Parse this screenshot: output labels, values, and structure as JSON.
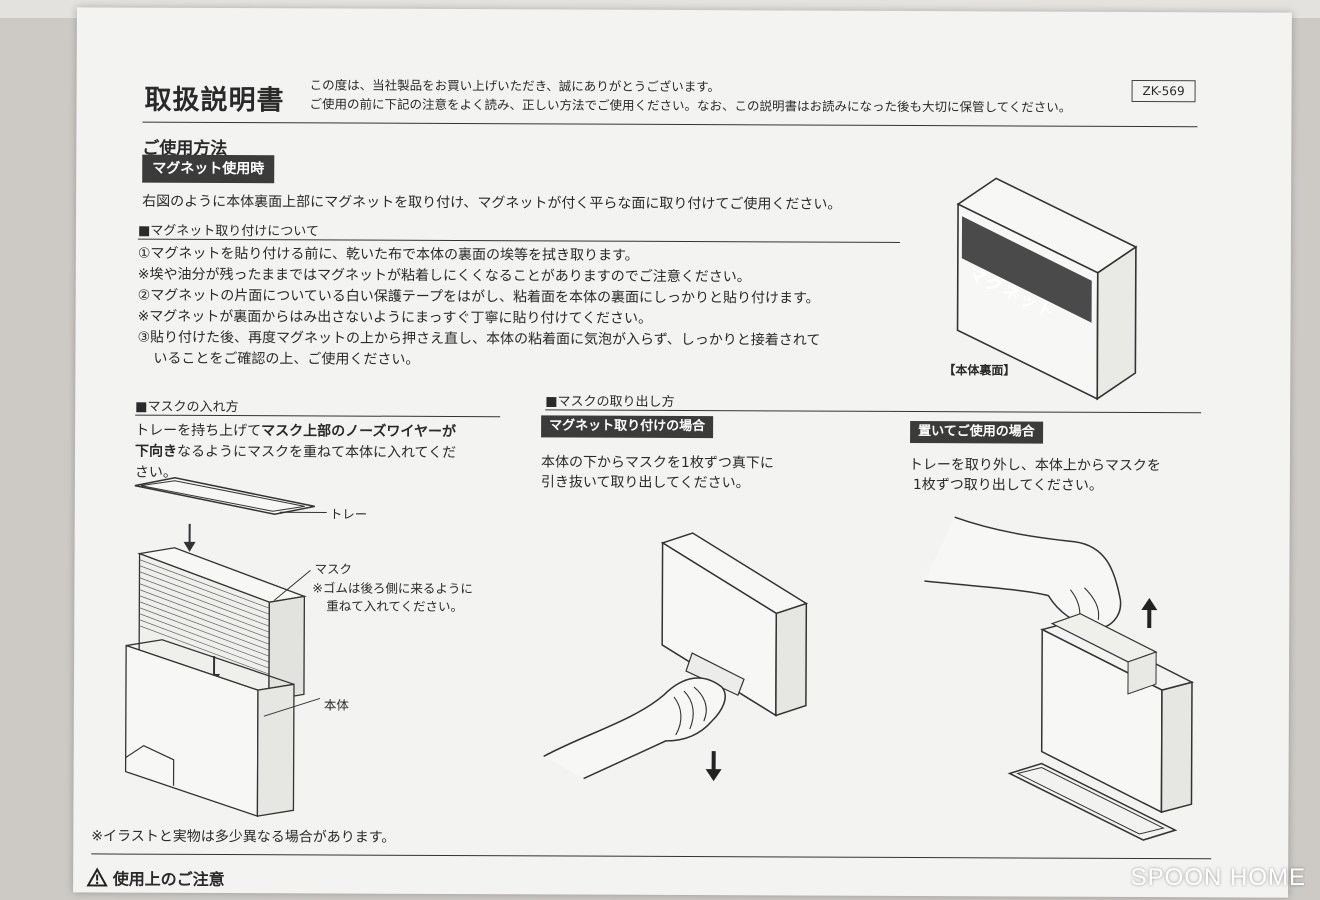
{
  "document": {
    "title": "取扱説明書",
    "intro_line1": "この度は、当社製品をお買い上げいただき、誠にありがとうございます。",
    "intro_line2": "ご使用の前に下記の注意をよく読み、正しい方法でご使用ください。なお、この説明書はお読みになった後も大切に保管してください。",
    "model_number": "ZK-569"
  },
  "usage": {
    "heading": "ご使用方法",
    "magnet_banner": "マグネット使用時",
    "magnet_intro": "右図のように本体裏面上部にマグネットを取り付け、マグネットが付く平らな面に取り付けてご使用ください。",
    "attach_heading": "■マグネット取り付けについて",
    "attach_steps": [
      "①マグネットを貼り付ける前に、乾いた布で本体の裏面の埃等を拭き取ります。",
      "※埃や油分が残ったままではマグネットが粘着しにくくなることがありますのでご注意ください。",
      "②マグネットの片面についている白い保護テープをはがし、粘着面を本体の裏面にしっかりと貼り付けます。",
      "※マグネットが裏面からはみ出さないようにまっすぐ丁寧に貼り付けてください。",
      "③貼り付けた後、再度マグネットの上から押さえ直し、本体の粘着面に気泡が入らず、しっかりと接着されて",
      "いることをご確認の上、ご使用ください。"
    ],
    "back_label": "マグネット",
    "back_caption": "【本体裏面】"
  },
  "insert": {
    "heading": "■マスクの入れ方",
    "text_part1": "トレーを持ち上げて",
    "text_bold1": "マスク上部のノーズワイヤーが",
    "text_bold2": "下向き",
    "text_part2": "なるようにマスクを重ねて本体に入れてくだ",
    "text_part3": "さい。",
    "label_tray": "トレー",
    "label_mask": "マスク",
    "label_mask_note1": "※ゴムは後ろ側に来るように",
    "label_mask_note2": "重ねて入れてください。",
    "label_body": "本体"
  },
  "remove": {
    "heading": "■マスクの取り出し方",
    "magnet_banner": "マグネット取り付けの場合",
    "magnet_text1": "本体の下からマスクを1枚ずつ真下に",
    "magnet_text2": "引き抜いて取り出してください。",
    "placed_banner": "置いてご使用の場合",
    "placed_text1": "トレーを取り外し、本体上からマスクを",
    "placed_text2": "1枚ずつ取り出してください。"
  },
  "footer": {
    "disclaimer": "※イラストと実物は多少異なる場合があります。",
    "caution_heading": "使用上のご注意"
  },
  "watermark": "SPOON HOME",
  "colors": {
    "paper": "#f3f3f1",
    "background": "#cdcac6",
    "ink": "#2a2a2a",
    "banner": "#3b3b3b"
  }
}
